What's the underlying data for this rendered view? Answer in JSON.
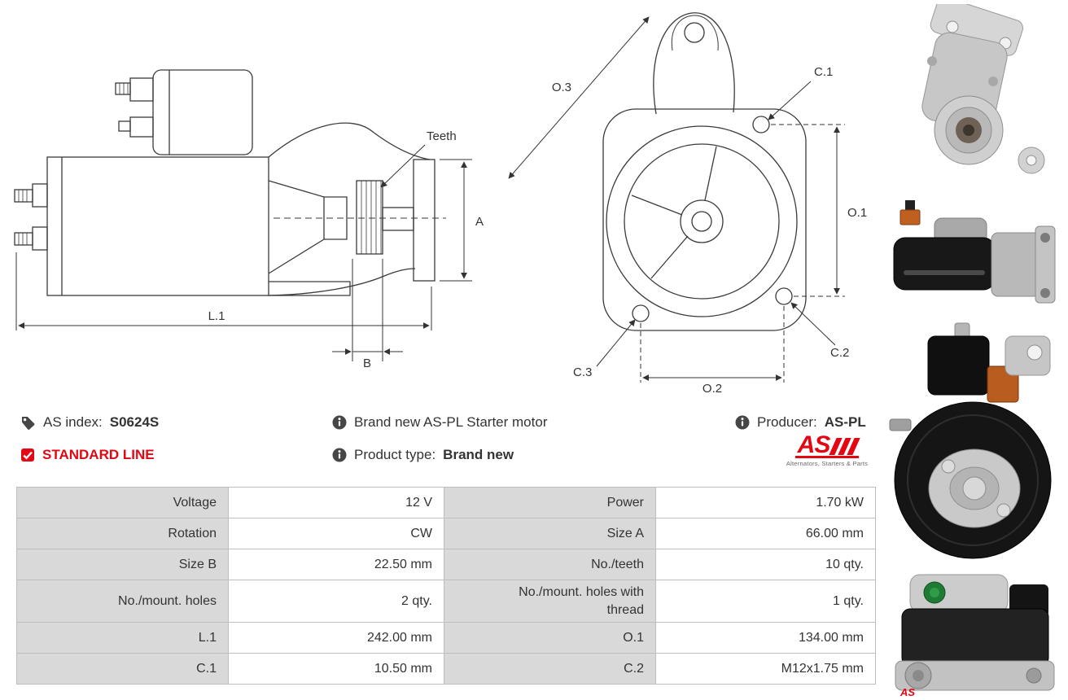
{
  "colors": {
    "brand_red": "#e30613",
    "text_dark": "#333333",
    "table_label_bg": "#d9d9d9",
    "table_border": "#bdbdbd",
    "icon_gray": "#464646"
  },
  "diagram": {
    "labels": {
      "teeth": "Teeth",
      "a": "A",
      "l1": "L.1",
      "b": "B",
      "o1": "O.1",
      "o2": "O.2",
      "o3": "O.3",
      "c1": "C.1",
      "c2": "C.2",
      "c3": "C.3"
    }
  },
  "info": {
    "as_index_label": "AS index:",
    "as_index_value": "S0624S",
    "standard_line": "STANDARD LINE",
    "brand_new_text": "Brand new AS-PL Starter motor",
    "product_type_label": "Product type:",
    "product_type_value": "Brand new",
    "producer_label": "Producer:",
    "producer_value": "AS-PL",
    "logo_text": "AS",
    "logo_subtext": "Alternators, Starters & Parts"
  },
  "table": {
    "rows": [
      {
        "c1_label": "Voltage",
        "c1_value": "12 V",
        "c2_label": "Power",
        "c2_value": "1.70 kW"
      },
      {
        "c1_label": "Rotation",
        "c1_value": "CW",
        "c2_label": "Size A",
        "c2_value": "66.00 mm"
      },
      {
        "c1_label": "Size B",
        "c1_value": "22.50 mm",
        "c2_label": "No./teeth",
        "c2_value": "10 qty."
      },
      {
        "c1_label": "No./mount. holes",
        "c1_value": "2 qty.",
        "c2_label": "No./mount. holes with thread",
        "c2_value": "1 qty."
      },
      {
        "c1_label": "L.1",
        "c1_value": "242.00 mm",
        "c2_label": "O.1",
        "c2_value": "134.00 mm"
      },
      {
        "c1_label": "C.1",
        "c1_value": "10.50 mm",
        "c2_label": "C.2",
        "c2_value": "M12x1.75 mm"
      }
    ]
  }
}
